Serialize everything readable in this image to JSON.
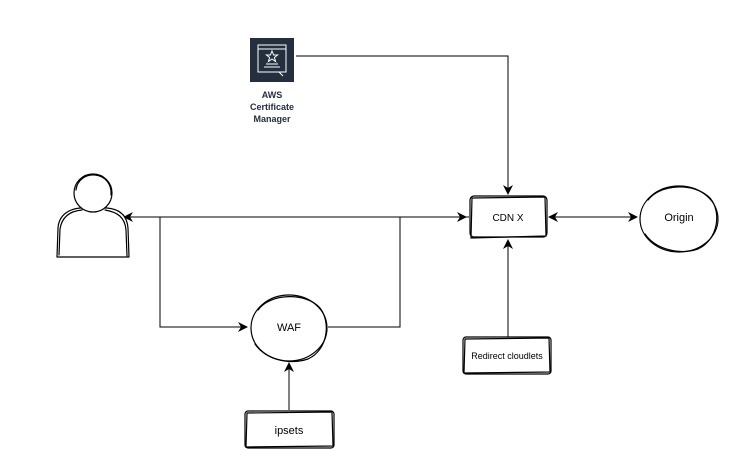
{
  "colors": {
    "aws_icon_bg": "#232f3e",
    "aws_icon_fg": "#ffffff",
    "stroke": "#000000",
    "background": "#ffffff"
  },
  "nodes": {
    "acm": {
      "icon": "certificate-manager-icon",
      "label_lines": [
        "AWS",
        "Certificate",
        "Manager"
      ]
    },
    "user": {
      "icon": "user-icon"
    },
    "cdn": {
      "label": "CDN X"
    },
    "origin": {
      "label": "Origin"
    },
    "waf": {
      "label": "WAF"
    },
    "ipsets": {
      "label": "ipsets"
    },
    "redirect": {
      "label": "Redirect cloudlets"
    }
  },
  "edges": [
    {
      "from": "acm",
      "to": "cdn"
    },
    {
      "from": "cdn",
      "to": "user"
    },
    {
      "from": "user",
      "to": "waf"
    },
    {
      "from": "waf",
      "to": "cdn"
    },
    {
      "from": "cdn",
      "to": "origin",
      "bidirectional": true
    },
    {
      "from": "ipsets",
      "to": "waf"
    },
    {
      "from": "redirect",
      "to": "cdn"
    }
  ]
}
